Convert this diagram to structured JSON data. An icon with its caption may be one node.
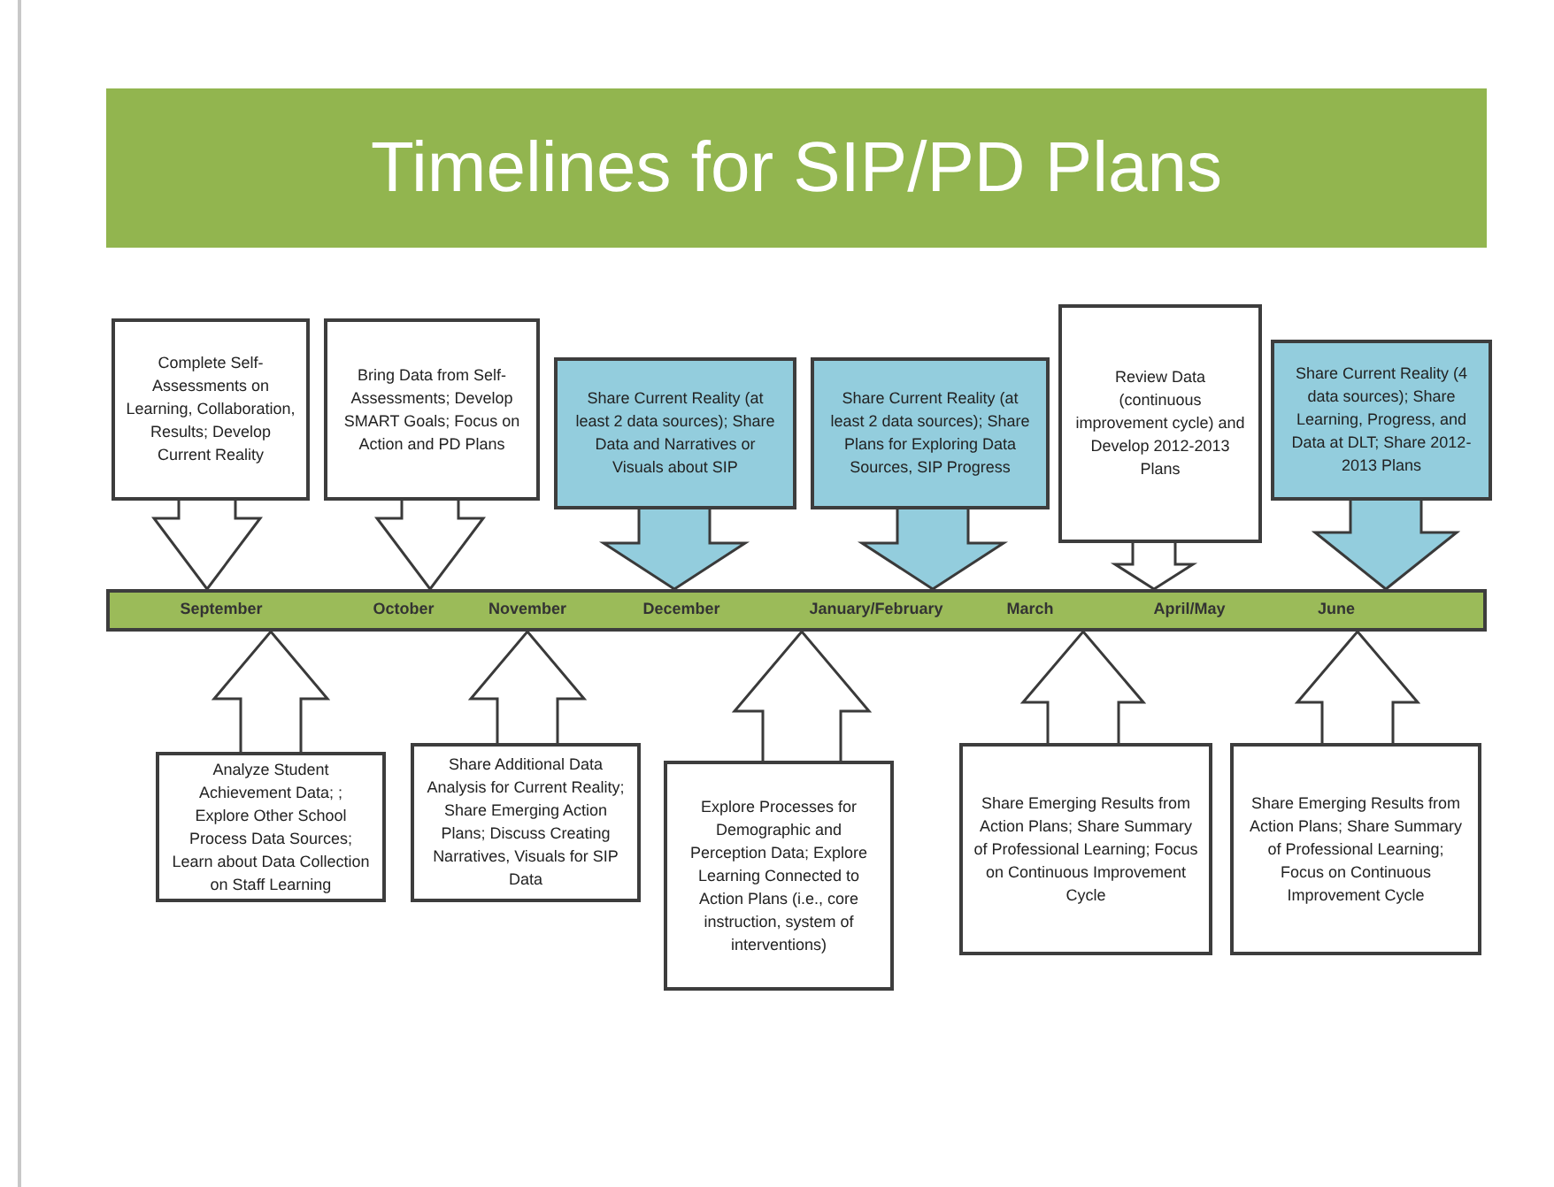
{
  "diagram": {
    "title": "Timelines for SIP/PD Plans",
    "nodes": [
      {
        "text": [
          "Complete Self-Assessments on Learning, Collaboration, Results; Develop Current Reality"
        ]
      },
      {
        "text": [
          "Bring Data from Self-Assessments; Develop SMART Goals; Focus on Action and PD Plans"
        ]
      },
      {
        "text": [
          "Share Current Reality (at least 2 data sources); Share Data and Narratives or Visuals about SIP"
        ]
      },
      {
        "text": [
          "Share Current Reality (at least 2 data sources); Share Plans for Exploring Data Sources, SIP Progress"
        ]
      },
      {
        "text": [
          "Review Data (continuous improvement cycle) and Develop 2012-2013 Plans"
        ]
      },
      {
        "text": [
          "Share Current Reality (4 data sources); Share Learning, Progress, and Data at DLT; Share 2012-2013 Plans"
        ]
      },
      {
        "text": [
          "September",
          "October",
          "November",
          "December",
          "January/February",
          "March",
          "April/May",
          "June"
        ]
      },
      {
        "text": [
          "Analyze Student Achievement Data; ; Explore Other School Process Data Sources; Learn about Data Collection on Staff Learning"
        ]
      },
      {
        "text": [
          "Share Additional Data Analysis for Current Reality; Share Emerging Action Plans; Discuss Creating Narratives, Visuals for SIP Data"
        ]
      },
      {
        "text": [
          "Explore Processes for Demographic and Perception Data; Explore Learning Connected to Action Plans (i.e., core instruction, system of interventions)"
        ]
      },
      {
        "text": [
          "Share Emerging Results from Action Plans; Share Summary of Professional Learning; Focus on Continuous Improvement Cycle"
        ]
      },
      {
        "text": [
          "Share Emerging Results from Action Plans; Share Summary of Professional Learning; Focus on Continuous Improvement Cycle"
        ]
      }
    ],
    "edges": [
      {
        "from": 0,
        "to": 6,
        "arrow": "to"
      },
      {
        "from": 1,
        "to": 6,
        "arrow": "to"
      },
      {
        "from": 2,
        "to": 6,
        "arrow": "to"
      },
      {
        "from": 3,
        "to": 6,
        "arrow": "to"
      },
      {
        "from": 4,
        "to": 6,
        "arrow": "to"
      },
      {
        "from": 5,
        "to": 6,
        "arrow": "to"
      },
      {
        "from": 7,
        "to": 6,
        "arrow": "to"
      },
      {
        "from": 8,
        "to": 6,
        "arrow": "to"
      },
      {
        "from": 9,
        "to": 6,
        "arrow": "to"
      },
      {
        "from": 10,
        "to": 6,
        "arrow": "to"
      },
      {
        "from": 11,
        "to": 6,
        "arrow": "to"
      }
    ]
  }
}
